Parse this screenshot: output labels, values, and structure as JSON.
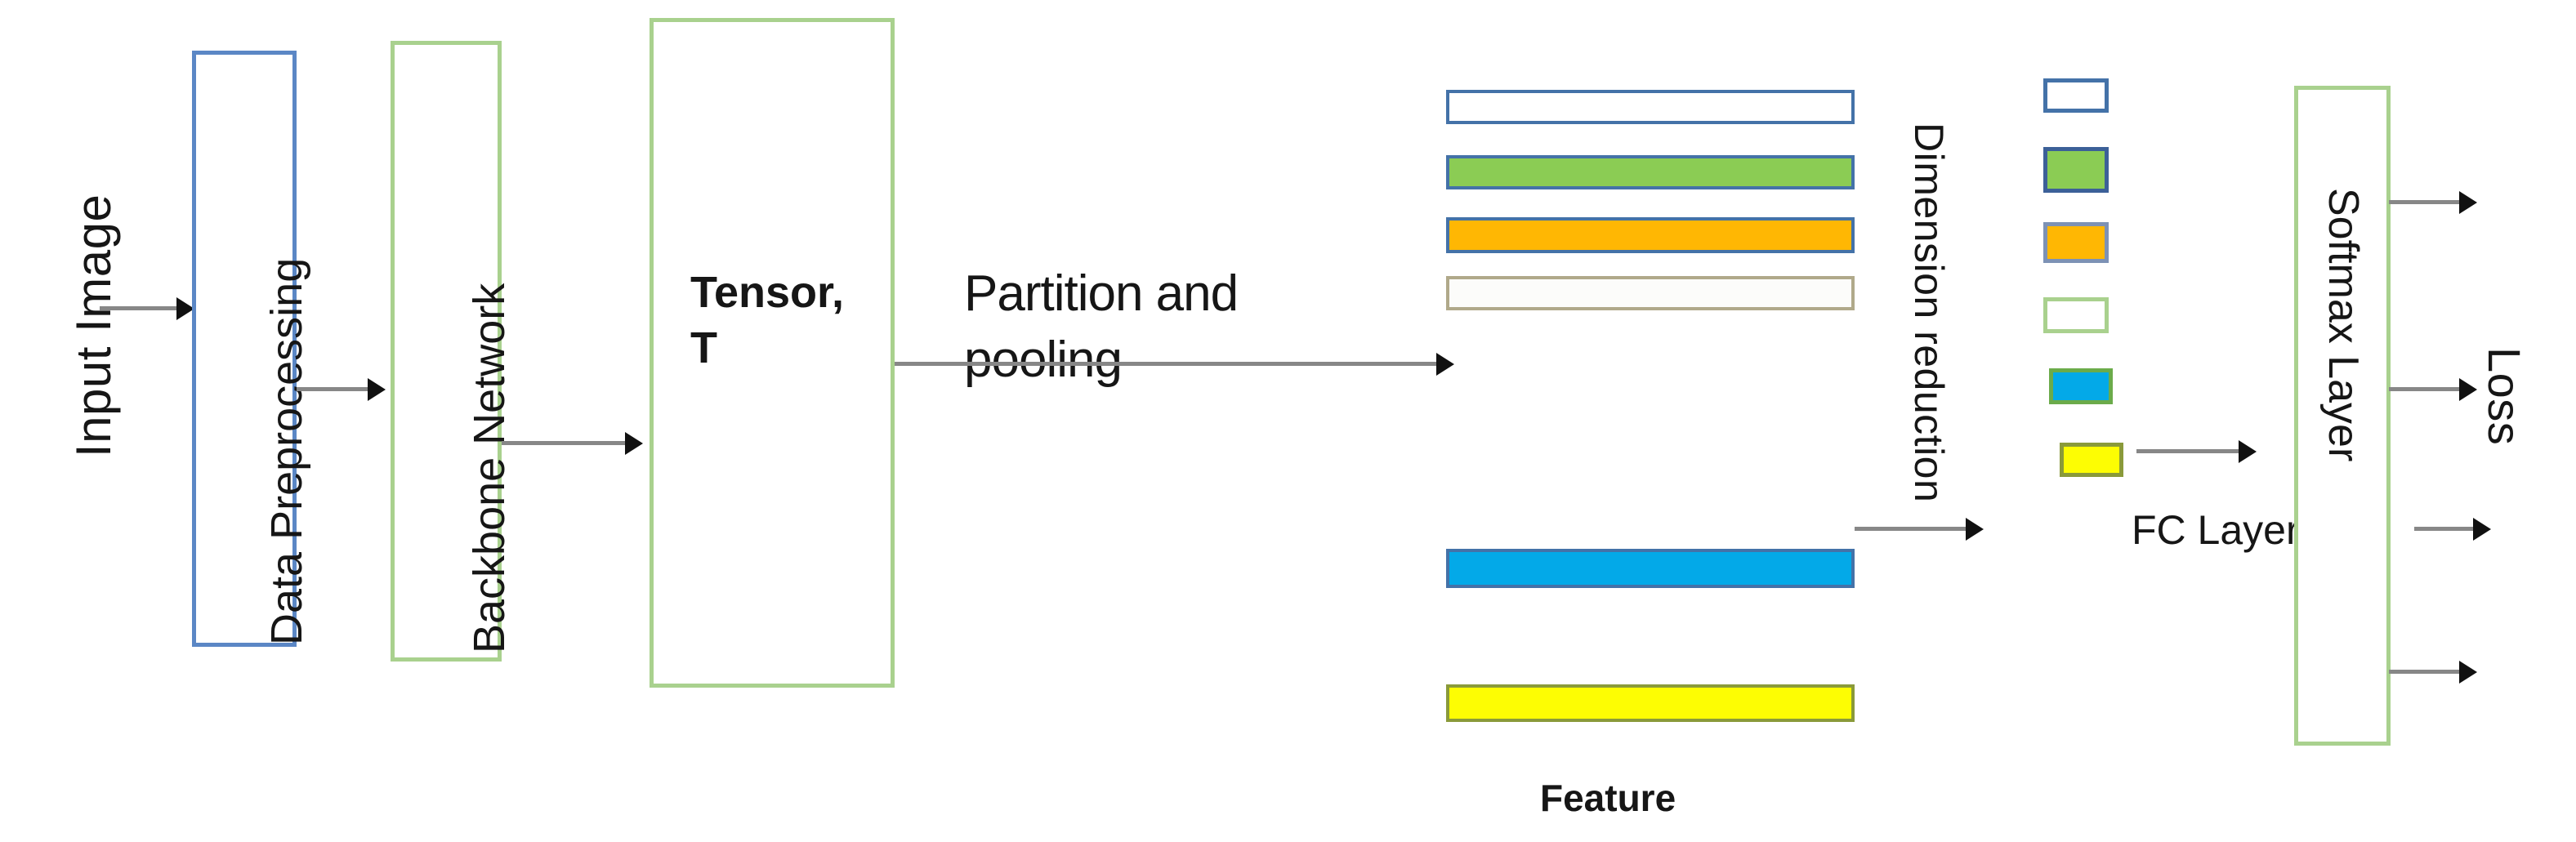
{
  "diagram": {
    "title_note": "Person re-identification network pipeline diagram",
    "labels": {
      "input_image": "Input Image",
      "data_preprocessing": "Data Preprocessing",
      "backbone_network": "Backbone Network",
      "tensor_line1": "Tensor,",
      "tensor_line2": "T",
      "partition_line1": "Partition and",
      "partition_line2": "pooling",
      "feature": "Feature",
      "dimension_reduction": "Dimension reduction",
      "fc_layer": "FC Layer",
      "softmax_layer": "Softmax Layer",
      "loss": "Loss"
    },
    "boxes": [
      {
        "name": "data-preprocessing",
        "label": "Data Preprocessing",
        "border_color": "#5b87c5",
        "fill": "#ffffff"
      },
      {
        "name": "backbone-network",
        "label": "Backbone Network",
        "border_color": "#a9d18e",
        "fill": "#ffffff"
      },
      {
        "name": "tensor",
        "label": "Tensor, T",
        "border_color": "#a9d18e",
        "fill": "#ffffff"
      },
      {
        "name": "softmax-layer",
        "label": "Softmax Layer",
        "border_color": "#a9d18e",
        "fill": "#ffffff"
      }
    ],
    "feature_bars": [
      {
        "index": 1,
        "fill": "#ffffff",
        "border_color": "#4472a8"
      },
      {
        "index": 2,
        "fill": "#8bcc54",
        "border_color": "#4472a8"
      },
      {
        "index": 3,
        "fill": "#ffb703",
        "border_color": "#4472a8"
      },
      {
        "index": 4,
        "fill": "#fcfcfa",
        "border_color": "#b0a98a"
      },
      {
        "index": 5,
        "fill": "#03a9e8",
        "border_color": "#4472a8"
      },
      {
        "index": 6,
        "fill": "#fdfd03",
        "border_color": "#8a9a3a"
      }
    ],
    "legend_swatches": [
      {
        "index": 1,
        "fill": "#ffffff",
        "border_color": "#4472a8",
        "label": ""
      },
      {
        "index": 2,
        "fill": "#8bcc54",
        "border_color": "#3c6098",
        "label": ""
      },
      {
        "index": 3,
        "fill": "#ffb703",
        "border_color": "#7d92b5",
        "label": ""
      },
      {
        "index": 4,
        "fill": "#ffffff",
        "border_color": "#a9d18e",
        "label": ""
      },
      {
        "index": 5,
        "fill": "#03a9e8",
        "border_color": "#6bab4a",
        "label": "FC Layer"
      },
      {
        "index": 6,
        "fill": "#fdfd03",
        "border_color": "#8a9a3a",
        "label": ""
      }
    ],
    "arrows": [
      {
        "name": "input-to-preprocessing"
      },
      {
        "name": "preprocessing-to-backbone"
      },
      {
        "name": "backbone-to-tensor"
      },
      {
        "name": "tensor-to-feature"
      },
      {
        "name": "feature-to-legend"
      },
      {
        "name": "legend-to-softmax"
      },
      {
        "name": "softmax-out-1"
      },
      {
        "name": "softmax-out-2"
      },
      {
        "name": "softmax-out-3"
      },
      {
        "name": "softmax-out-4"
      }
    ],
    "colors": {
      "blue_border": "#5b87c5",
      "green_border": "#a9d18e",
      "bar_green": "#8bcc54",
      "bar_orange": "#ffb703",
      "bar_cyan": "#03a9e8",
      "bar_yellow": "#fdfd03",
      "arrow_gray": "#878787",
      "text": "#161616"
    }
  }
}
